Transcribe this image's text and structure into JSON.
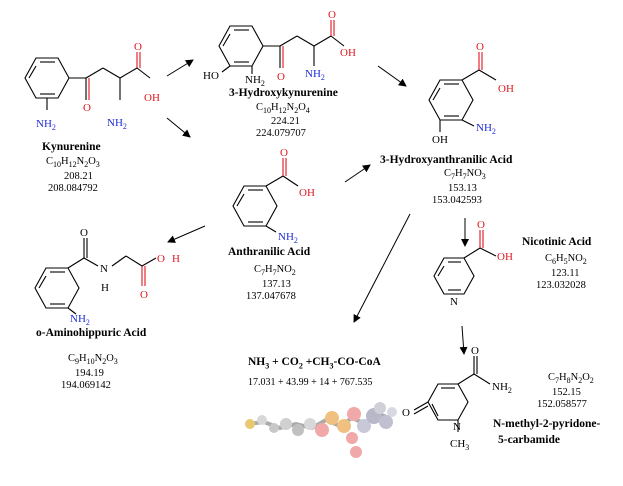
{
  "compounds": {
    "kynurenine": {
      "name": "Kynurenine",
      "formula": "C10H12N2O3",
      "mw": "208.21",
      "exact_mass": "208.084792"
    },
    "hydroxykyn": {
      "name": "3-Hydroxykynurenine",
      "formula": "C10H12N2O4",
      "mw": "224.21",
      "exact_mass": "224.079707"
    },
    "hydroxyanth": {
      "name": "3-Hydroxyanthranilic Acid",
      "formula": "C7H7NO3",
      "mw": "153.13",
      "exact_mass": "153.042593"
    },
    "anthranilic": {
      "name": "Anthranilic Acid",
      "formula": "C7H7NO2",
      "mw": "137.13",
      "exact_mass": "137.047678"
    },
    "aminohippuric": {
      "name": "o-Aminohippuric Acid",
      "formula": "C9H10N2O3",
      "mw": "194.19",
      "exact_mass": "194.069142"
    },
    "nicotinic": {
      "name": "Nicotinic Acid",
      "formula": "C6H5NO2",
      "mw": "123.11",
      "exact_mass": "123.032028"
    },
    "methylpyridone": {
      "name_line1": "N-methyl-2-pyridone-",
      "name_line2": "5-carbamide",
      "formula": "C7H8N2O2",
      "mw": "152.15",
      "exact_mass": "152.058577"
    }
  },
  "products": {
    "equation": "NH3 + CO2 +CH3-CO-CoA",
    "masses": "17.031 + 43.99 + 14 + 767.535"
  },
  "atom_labels": {
    "oh": "OH",
    "o": "O",
    "n": "N",
    "h": "H",
    "nh2": "NH2",
    "ho": "HO",
    "methyl": "CH3"
  },
  "colors": {
    "oxygen": "#e0141e",
    "nitrogen": "#1f2bd6",
    "bond": "#000000"
  }
}
